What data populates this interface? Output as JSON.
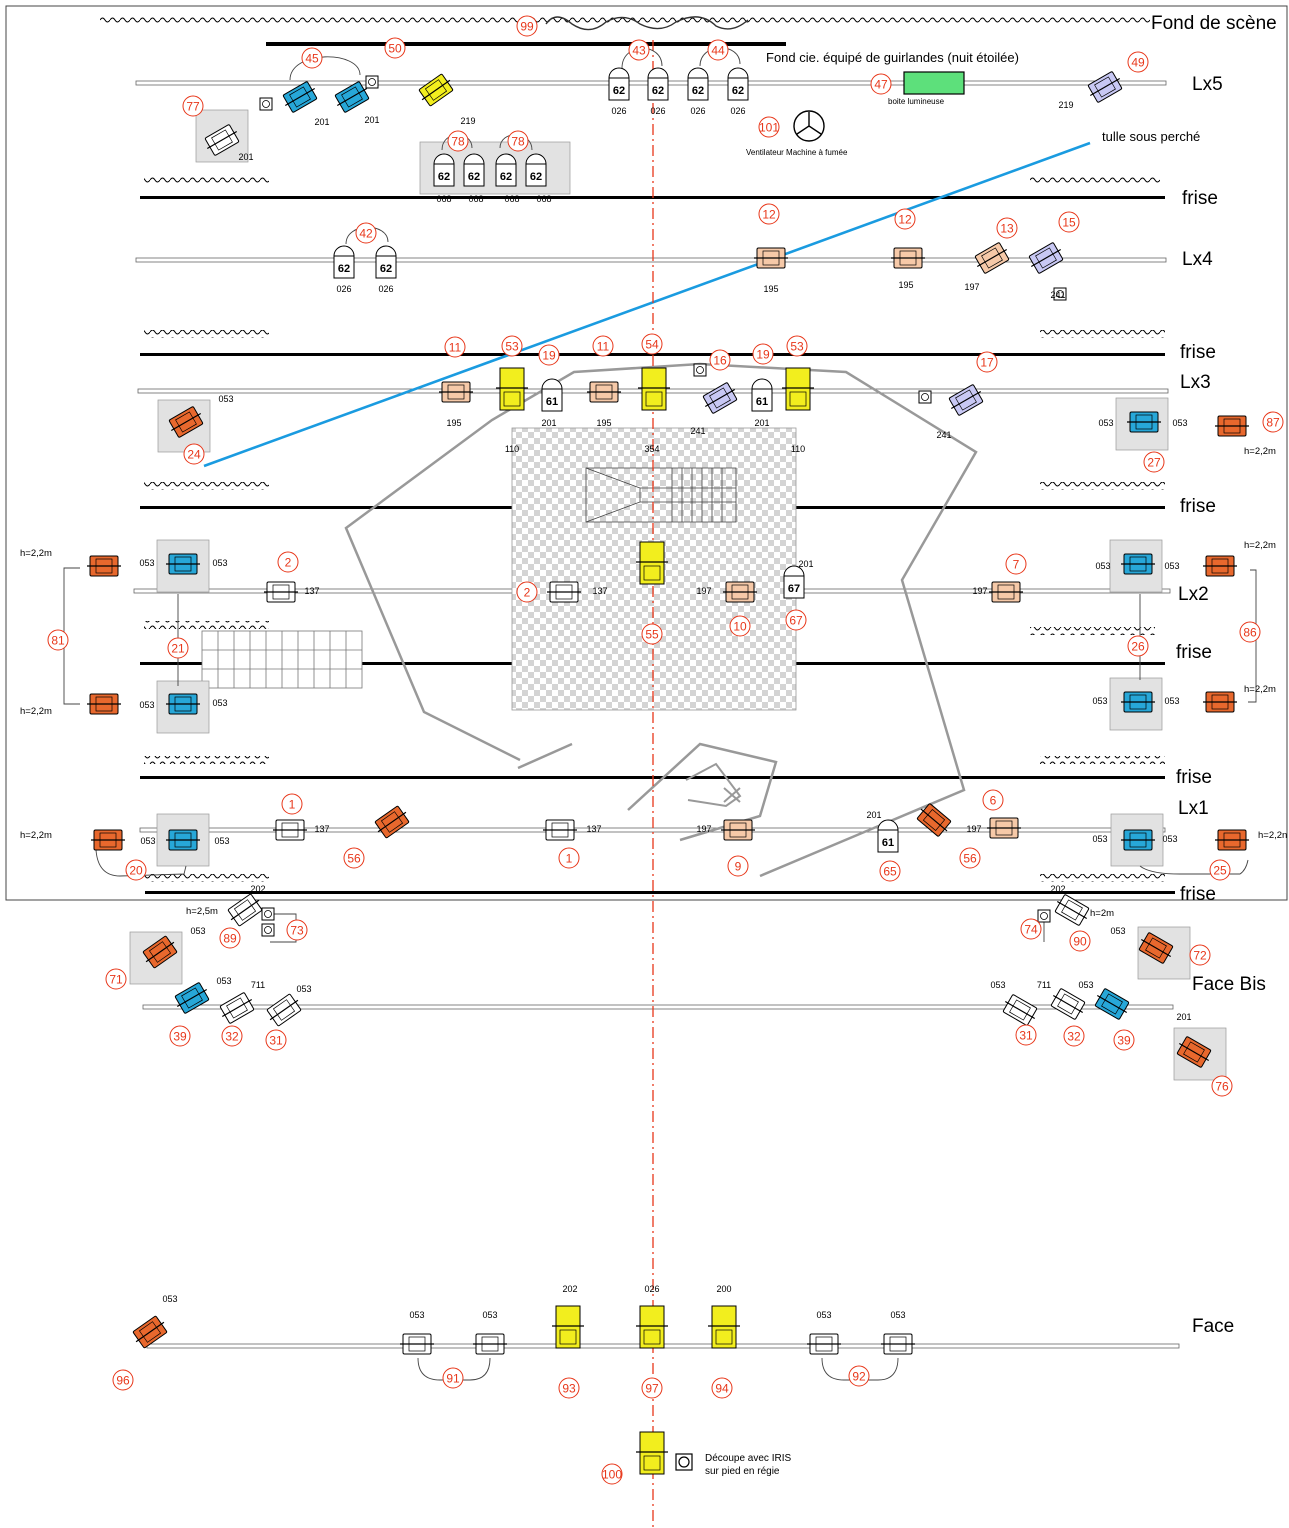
{
  "colors": {
    "circle": "#e8371a",
    "center_line": "#e8371a",
    "tulle": "#1a9be0",
    "yellow": "#f2ee1e",
    "blue": "#27a7d8",
    "orange": "#e8682d",
    "salmon": "#f6c9a8",
    "lavender": "#c8c8f4",
    "green": "#5de07b",
    "base_gray": "#e2e2e2",
    "set_outline": "#9a9a9a"
  },
  "bars": {
    "fond": "Fond de scène",
    "lx5": "Lx5",
    "lx4": "Lx4",
    "lx3": "Lx3",
    "lx2": "Lx2",
    "lx1": "Lx1",
    "frise": "frise",
    "face_bis": "Face Bis",
    "face": "Face"
  },
  "notes": {
    "guirlandes": "Fond cie. équipé de guirlandes (nuit étoilée)",
    "tulle": "tulle sous perché",
    "boite": "boite lumineuse",
    "ventilateur": "Ventilateur Machine à fumée",
    "iris_1": "Découpe avec IRIS",
    "iris_2": "sur pied en régie",
    "h22": "h=2,2m",
    "h22_cut": "h=2,2n",
    "h25": "h=2,5m",
    "h2": "h=2m"
  },
  "lx5": {
    "c99": "99",
    "c50": "50",
    "c45": "45",
    "c43": "43",
    "c44": "44",
    "c47": "47",
    "c49": "49",
    "c77": "77",
    "g201a": "201",
    "g201b": "201",
    "g219a": "219",
    "g219b": "219",
    "g201c": "201",
    "p62a": "62",
    "p62b": "62",
    "p62c": "62",
    "p62d": "62",
    "g026a": "026",
    "g026b": "026",
    "g026c": "026",
    "g026d": "026"
  },
  "zone_078": {
    "c78a": "78",
    "c78b": "78",
    "p62a": "62",
    "p62b": "62",
    "p62c": "62",
    "p62d": "62",
    "g068a": "068",
    "g068b": "068",
    "g068c": "068",
    "g068d": "068",
    "c101": "101"
  },
  "lx4": {
    "c42": "42",
    "c12a": "12",
    "c12b": "12",
    "c13": "13",
    "c15": "15",
    "p62a": "62",
    "p62b": "62",
    "g026a": "026",
    "g026b": "026",
    "g195a": "195",
    "g195b": "195",
    "g197": "197",
    "g241": "241"
  },
  "lx3": {
    "c11a": "11",
    "c53a": "53",
    "c19a": "19",
    "c11b": "11",
    "c54": "54",
    "c16": "16",
    "c19b": "19",
    "c53b": "53",
    "c17": "17",
    "c24": "24",
    "c27": "27",
    "c87": "87",
    "p61a": "61",
    "p61b": "61",
    "g195a": "195",
    "g201a": "201",
    "g195b": "195",
    "g241a": "241",
    "g201b": "201",
    "g110a": "110",
    "g354": "354",
    "g110b": "110",
    "g241b": "241",
    "g053a": "053",
    "g053b": "053",
    "g053c": "053"
  },
  "lx2": {
    "c2a": "2",
    "c2b": "2",
    "c7": "7",
    "c55": "55",
    "c10": "10",
    "c67": "67",
    "c81": "81",
    "c21": "21",
    "c86": "86",
    "c26": "26",
    "g137a": "137",
    "g137b": "137",
    "g197a": "197",
    "g201": "201",
    "g197b": "197",
    "g053a": "053",
    "g053b": "053",
    "g053c": "053",
    "g053d": "053",
    "g053e": "053",
    "g053f": "053",
    "g053g": "053",
    "g053h": "053",
    "p67": "67"
  },
  "lx1": {
    "c1a": "1",
    "c1b": "1",
    "c56a": "56",
    "c6": "6",
    "c9": "9",
    "c65": "65",
    "c56b": "56",
    "c20": "20",
    "c25": "25",
    "g137a": "137",
    "g137b": "137",
    "g197a": "197",
    "g201": "201",
    "g197b": "197",
    "g053a": "053",
    "g053b": "053",
    "g053c": "053",
    "g053d": "053",
    "p61": "61"
  },
  "face_bis": {
    "g202a": "202",
    "g202b": "202",
    "c89": "89",
    "c73": "73",
    "c74": "74",
    "c90": "90",
    "c71": "71",
    "c72": "72",
    "c39a": "39",
    "c32a": "32",
    "c31a": "31",
    "c31b": "31",
    "c32b": "32",
    "c39b": "39",
    "c76": "76",
    "g053a": "053",
    "g053b": "053",
    "g711a": "711",
    "g053c": "053",
    "g053d": "053",
    "g711b": "711",
    "g053e": "053",
    "g053f": "053",
    "g201": "201"
  },
  "face": {
    "c96": "96",
    "c91": "91",
    "c93": "93",
    "c97": "97",
    "c94": "94",
    "c92": "92",
    "c100": "100",
    "g053a": "053",
    "g053b": "053",
    "g053c": "053",
    "g202": "202",
    "g026": "026",
    "g200": "200",
    "g053d": "053",
    "g053e": "053"
  }
}
